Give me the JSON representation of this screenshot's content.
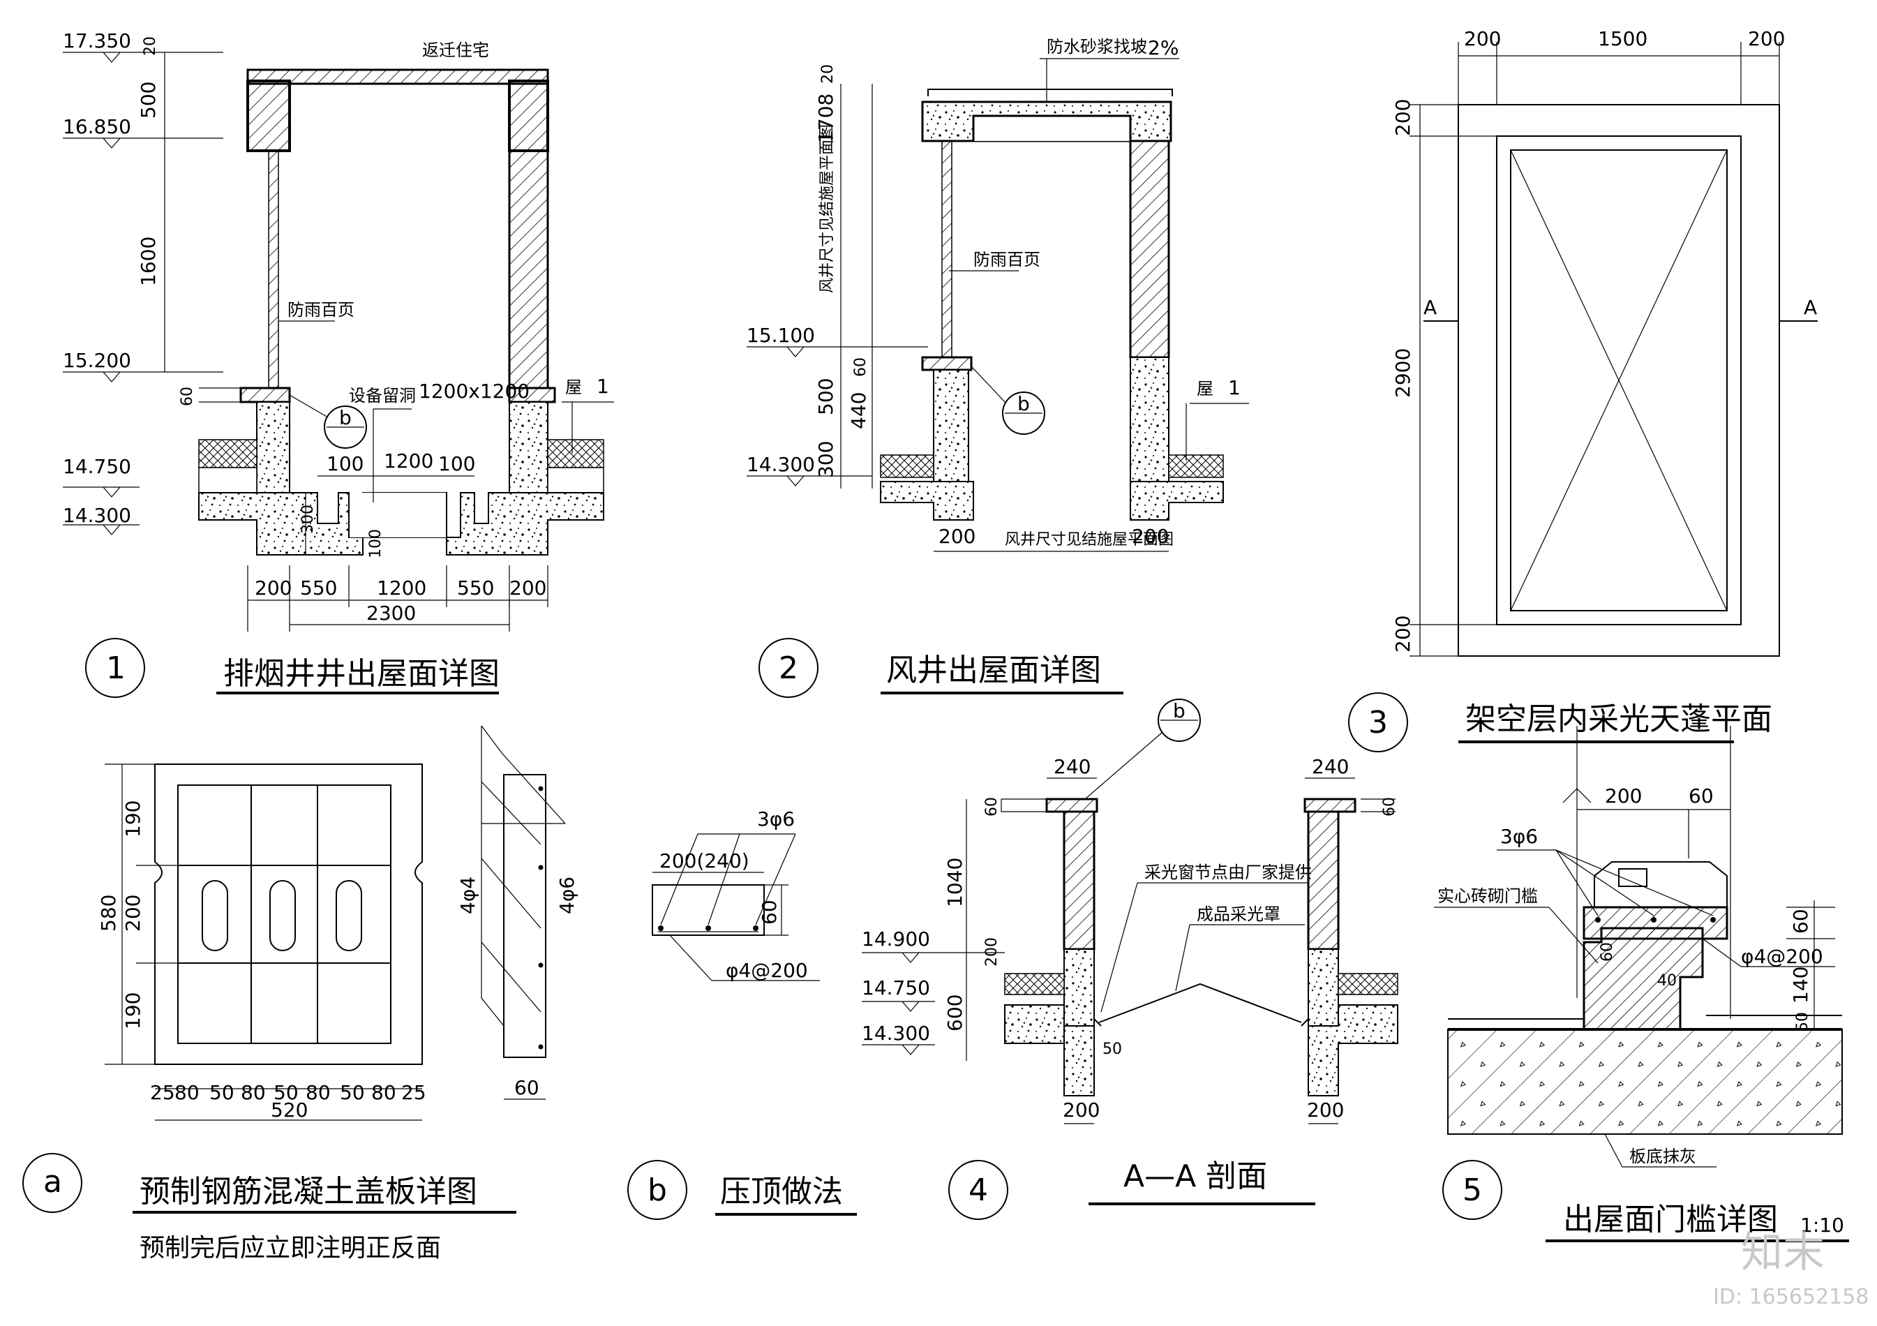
{
  "details": {
    "d1": {
      "num": "1",
      "title": "排烟井井出屋面详图",
      "top_note": "返迁住宅",
      "louver": "防雨百页",
      "opening": "设备留洞",
      "opening_size": "1200x1200",
      "roof_tag": "屋",
      "roof_num": "1",
      "ref": "b",
      "elevations": [
        "17.350",
        "16.850",
        "15.200",
        "14.750",
        "14.300"
      ],
      "dims_v": [
        "20",
        "500",
        "1600",
        "60",
        "300",
        "100"
      ],
      "dims_inner": [
        "100",
        "1200",
        "100"
      ],
      "dims_bottom": [
        "200",
        "550",
        "1200",
        "550",
        "200"
      ],
      "dim_total": "2300"
    },
    "d2": {
      "num": "2",
      "title": "风井出屋面详图",
      "top_note": "防水砂浆找坡",
      "slope": "2%",
      "louver": "防雨百页",
      "vertical_note": "风井尺寸见结施屋平面图",
      "bottom_note": "风井尺寸见结施屋平面图",
      "roof_tag": "屋",
      "roof_num": "1",
      "ref": "b",
      "elevations": [
        "15.100",
        "14.300"
      ],
      "dims_v": [
        "20",
        "1708",
        "60",
        "440",
        "500",
        "300"
      ],
      "dims_bottom": [
        "200",
        "200"
      ]
    },
    "d3": {
      "num": "3",
      "title": "架空层内采光天蓬平面",
      "dims_top": [
        "200",
        "1500",
        "200"
      ],
      "dims_side": [
        "200",
        "2900",
        "200"
      ],
      "section_mark": "A"
    },
    "da": {
      "num": "a",
      "title": "预制钢筋混凝土盖板详图",
      "note": "预制完后应立即注明正反面",
      "dims_bottom": [
        "25",
        "80",
        "50",
        "80",
        "50",
        "80",
        "50",
        "80",
        "25"
      ],
      "dim_total": "520",
      "dims_left": [
        "190",
        "200",
        "190"
      ],
      "dim_height": "580",
      "rebar_a": "4φ4",
      "rebar_b": "4φ6",
      "thickness": "60"
    },
    "db": {
      "num": "b",
      "title": "压顶做法",
      "bars": "3φ6",
      "width": "200(240)",
      "height": "60",
      "stirrup": "φ4@200"
    },
    "d4": {
      "num": "4",
      "title": "A—A 剖面",
      "ref": "b",
      "note1": "采光窗节点由厂家提供",
      "note2": "成品采光罩",
      "elevations": [
        "14.900",
        "14.750",
        "14.300"
      ],
      "dims_top": [
        "240",
        "240"
      ],
      "dims_v": [
        "60",
        "1040",
        "200",
        "600",
        "60"
      ],
      "dims_bottom": [
        "200",
        "200"
      ],
      "dim_small": "50"
    },
    "d5": {
      "num": "5",
      "title": "出屋面门槛详图",
      "scale": "1:10",
      "bars": "3φ6",
      "note_sill": "实心砖砌门槛",
      "stirrup": "φ4@200",
      "note_bottom": "板底抹灰",
      "dims_top": [
        "200",
        "60"
      ],
      "dims_v": [
        "60",
        "140",
        "50"
      ],
      "dim_60": "60",
      "dim_40": "40"
    }
  },
  "watermark": {
    "brand": "知末",
    "id": "ID: 165652158"
  }
}
